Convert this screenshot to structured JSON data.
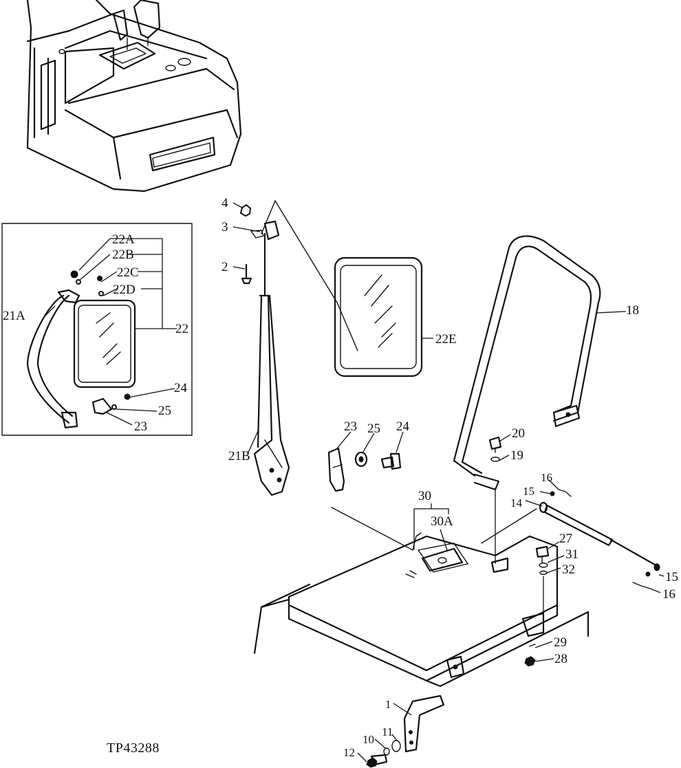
{
  "figure_id": "TP43288",
  "labels": {
    "l1": "1",
    "l2": "2",
    "l3": "3",
    "l4": "4",
    "l10": "10",
    "l11": "11",
    "l12": "12",
    "l14": "14",
    "l15a": "15",
    "l15b": "15",
    "l16a": "16",
    "l16b": "16",
    "l18": "18",
    "l19": "19",
    "l20": "20",
    "l21A": "21A",
    "l21B": "21B",
    "l22": "22",
    "l22A": "22A",
    "l22B": "22B",
    "l22C": "22C",
    "l22D": "22D",
    "l22E": "22E",
    "l23a": "23",
    "l23b": "23",
    "l24a": "24",
    "l24b": "24",
    "l25a": "25",
    "l25b": "25",
    "l27": "27",
    "l28": "28",
    "l29": "29",
    "l30": "30",
    "l30A": "30A",
    "l31": "31",
    "l32": "32"
  }
}
